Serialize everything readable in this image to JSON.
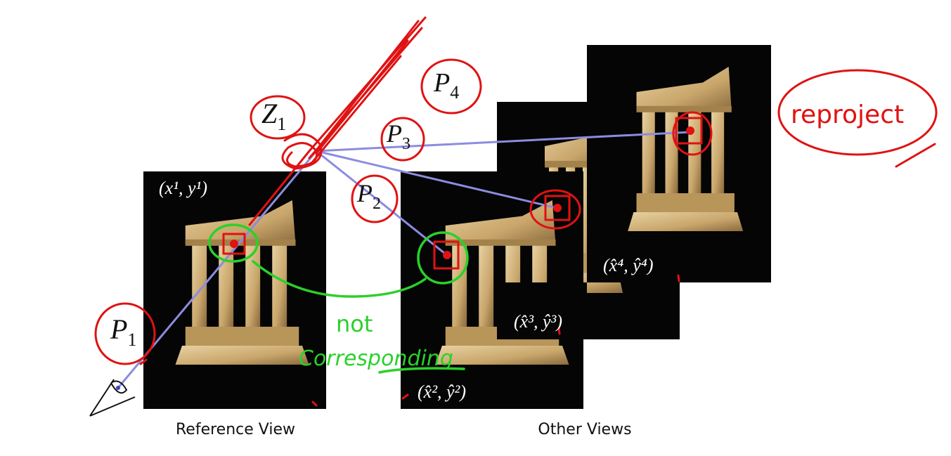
{
  "captions": {
    "reference": "Reference View",
    "others": "Other Views"
  },
  "labels": {
    "p1": "P",
    "p1_sub": "1",
    "p2": "P",
    "p2_sub": "2",
    "p3": "P",
    "p3_sub": "3",
    "p4": "P",
    "p4_sub": "4",
    "z1": "Z",
    "z1_sub": "1",
    "ref_coord": "(x¹, y¹)",
    "coord2": "(x̂², ŷ²)",
    "coord3": "(x̂³, ŷ³)",
    "coord4": "(x̂⁴, ŷ⁴)"
  },
  "annotations": {
    "reproject": "reproject",
    "not": "not",
    "corresponding": "Corresponding"
  },
  "colors": {
    "ray": "#8c8ce0",
    "ink_red": "#e01212",
    "ink_green": "#2ad12a",
    "photo_bg": "#050505",
    "temple_stone": "#c9a66b"
  },
  "icons": {
    "eye": "eye-icon"
  }
}
